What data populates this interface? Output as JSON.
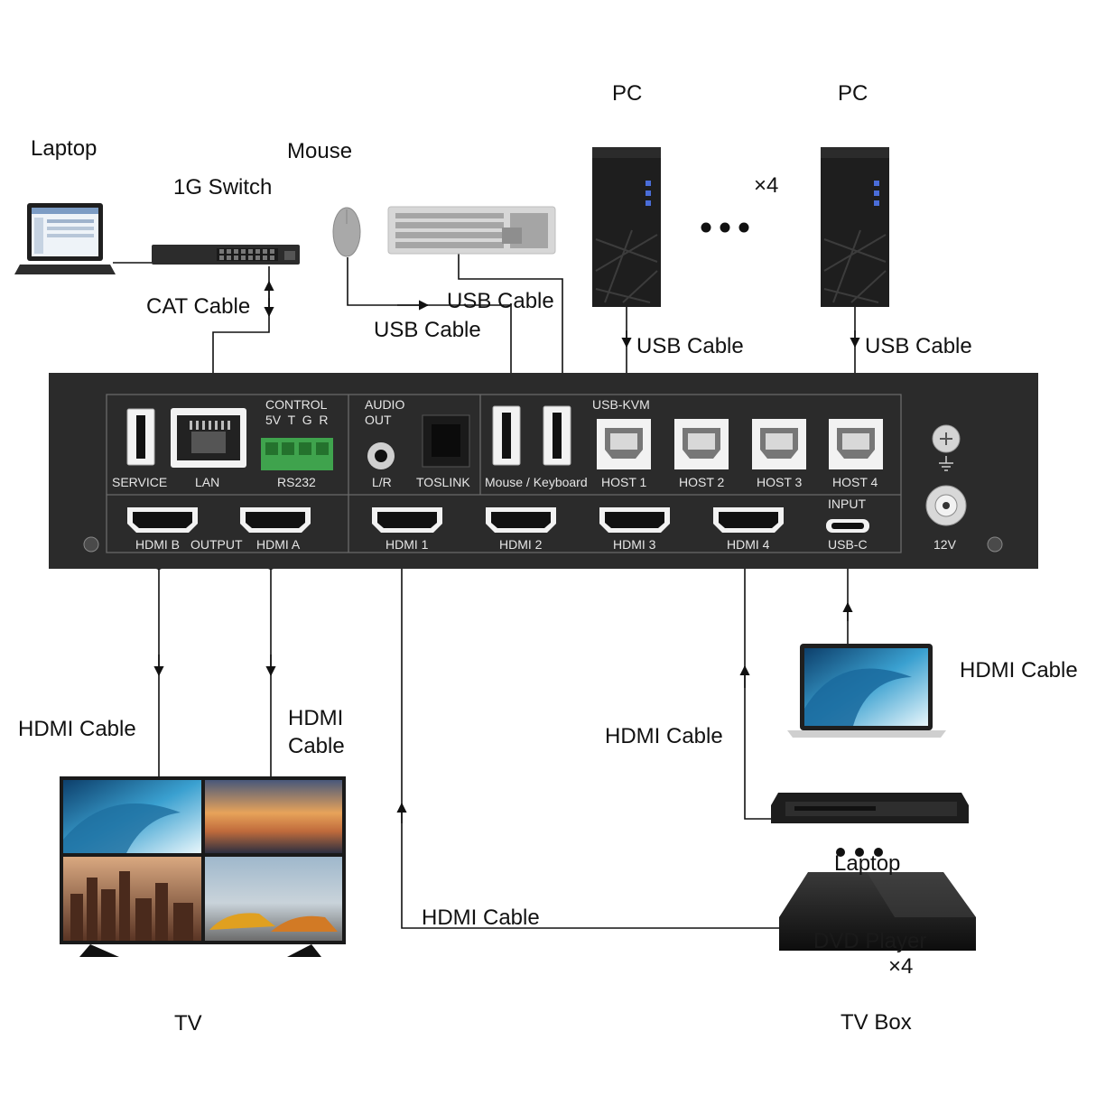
{
  "labels": {
    "laptop_top": "Laptop",
    "switch": "1G Switch",
    "mouse": "Mouse",
    "pc_1": "PC",
    "pc_2": "PC",
    "pc_multiplier": "×4",
    "cat_cable": "CAT Cable",
    "usb_cable_kb": "USB Cable",
    "usb_cable_mouse": "USB Cable",
    "usb_cable_host1": "USB Cable",
    "usb_cable_host4": "USB Cable",
    "hdmi_cable_tv_left": "HDMI Cable",
    "hdmi_cable_tv_right_l1": "HDMI",
    "hdmi_cable_tv_right_l2": "Cable",
    "hdmi_cable_usbc": "HDMI Cable",
    "hdmi_cable_hdmi4": "HDMI Cable",
    "hdmi_cable_hdmi1": "HDMI Cable",
    "laptop_bottom": "Laptop",
    "dvd_player": "DVD Player",
    "source_multiplier": "×4",
    "tv": "TV",
    "tv_box": "TV Box"
  },
  "panel": {
    "service": "SERVICE",
    "lan": "LAN",
    "control": "CONTROL",
    "control_pins": "5V  T  G  R",
    "rs232": "RS232",
    "audio": "AUDIO",
    "out": "OUT",
    "lr": "L/R",
    "toslink": "TOSLINK",
    "mouse_keyboard": "Mouse / Keyboard",
    "usb_kvm": "USB-KVM",
    "host1": "HOST 1",
    "host2": "HOST 2",
    "host3": "HOST 3",
    "host4": "HOST 4",
    "input": "INPUT",
    "usbc": "USB-C",
    "v12": "12V",
    "hdmi_b": "HDMI B",
    "output": "OUTPUT",
    "hdmi_a": "HDMI A",
    "hdmi1": "HDMI 1",
    "hdmi2": "HDMI 2",
    "hdmi3": "HDMI 3",
    "hdmi4": "HDMI 4"
  },
  "colors": {
    "panel": "#2b2b2b",
    "panel_text": "#e6e6e6",
    "line": "#111111",
    "port_green": "#3fa34d"
  }
}
